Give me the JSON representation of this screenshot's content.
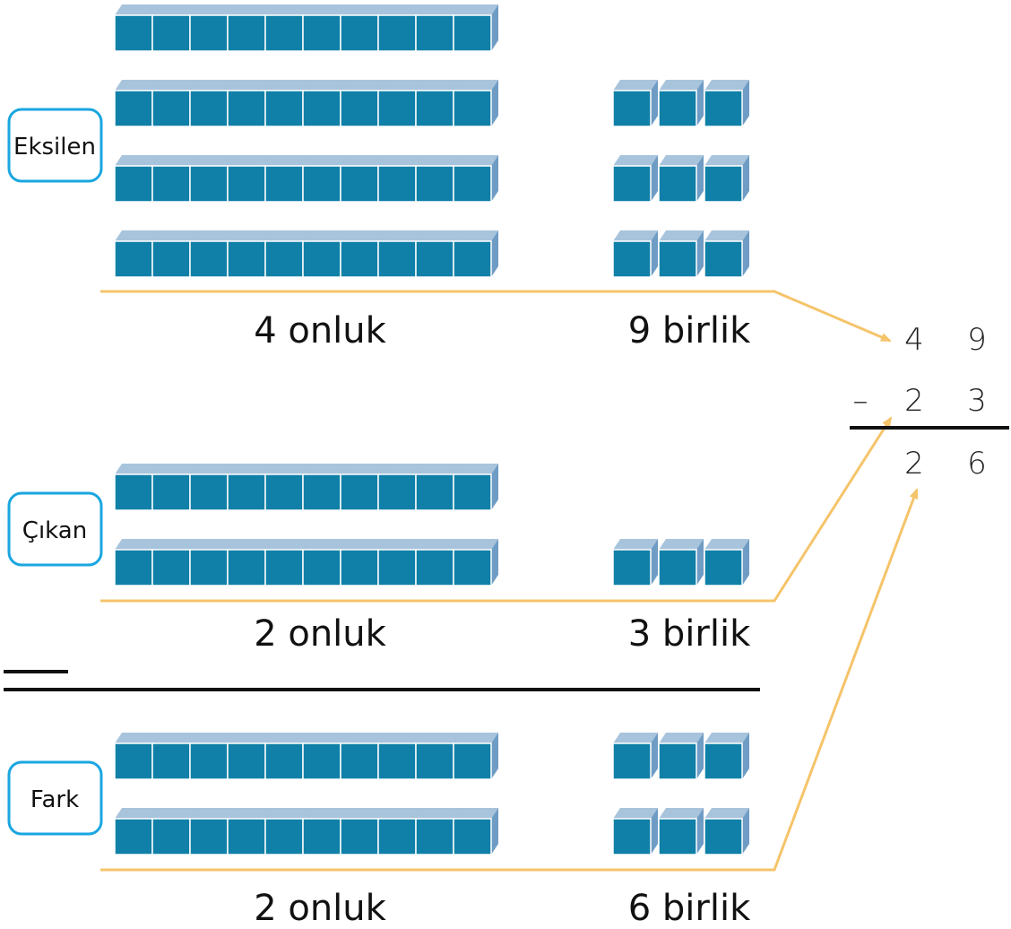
{
  "colors": {
    "block_front": "#1080a8",
    "block_top": "#a8c4dc",
    "block_side": "#6f9cc4",
    "block_edge": "#0a5f80",
    "arrow": "#f5c46a",
    "box_border": "#1aa6e0",
    "rule": "#111111"
  },
  "sections": [
    {
      "id": "eksilen",
      "role_label": "Eksilen",
      "tens": 4,
      "ones": 9,
      "tens_label": "4 onluk",
      "ones_label": "9 birlik"
    },
    {
      "id": "cikan",
      "role_label": "Çıkan",
      "tens": 2,
      "ones": 3,
      "tens_label": "2 onluk",
      "ones_label": "3 birlik"
    },
    {
      "id": "fark",
      "role_label": "Fark",
      "tens": 2,
      "ones": 6,
      "tens_label": "2 onluk",
      "ones_label": "6 birlik"
    }
  ],
  "operation": {
    "minuend": [
      "4",
      "9"
    ],
    "subtrahend": [
      "2",
      "3"
    ],
    "result": [
      "2",
      "6"
    ],
    "operator": "–"
  }
}
